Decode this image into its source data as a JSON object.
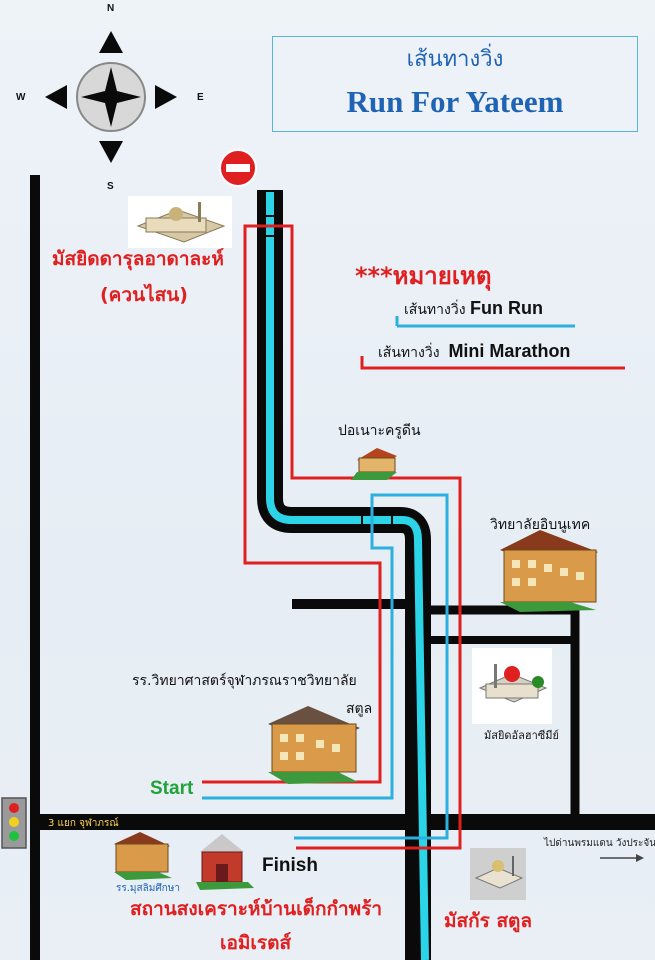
{
  "title": {
    "thai": "เส้นทางวิ่ง",
    "english": "Run For Yateem"
  },
  "compass": {
    "north": "N",
    "south": "S",
    "east": "E",
    "west": "W"
  },
  "note": {
    "heading": "***หมายเหตุ",
    "legend": [
      {
        "prefix": "เส้นทางวิ่ง",
        "route": "Fun Run",
        "color": "#2bb0e0"
      },
      {
        "prefix": "เส้นทางวิ่ง",
        "route": "Mini Marathon",
        "color": "#e02020"
      }
    ]
  },
  "landmarks": {
    "mosque_north_line1": "มัสยิดดารุลอาดาละห์",
    "mosque_north_line2": "(ควนไสน)",
    "ponoh": "ปอเนาะครูดีน",
    "college": "วิทยาลัยอิบนูเทค",
    "school_line1": "รร.วิทยาศาสตร์จุฬาภรณราชวิทยาลัย",
    "school_line2": "สตูล",
    "mosque_east": "มัสยิดอัลฮาซีมีย์",
    "school_sw": "รร.มุสลิมศึกษา",
    "orphanage_line1": "สถานสงเคราะห์บ้านเด็กกำพร้า",
    "orphanage_line2": "เอมิเรตส์",
    "graveyard": "มัสกัร สตูล"
  },
  "roads": {
    "junction": "3 แยก จุฬาภรณ์",
    "to_border": "ไปด่านพรมแดน วังประจัน"
  },
  "markers": {
    "start": "Start",
    "finish": "Finish"
  },
  "colors": {
    "fun_run": "#2bb0e0",
    "mini_marathon": "#e02020",
    "road": "#0a0a0a",
    "title": "#1f64b4"
  },
  "icons": [
    "compass-icon",
    "no-entry-icon",
    "traffic-light-icon",
    "mosque-icon",
    "building-icon",
    "barn-icon",
    "arrow-right-icon"
  ]
}
